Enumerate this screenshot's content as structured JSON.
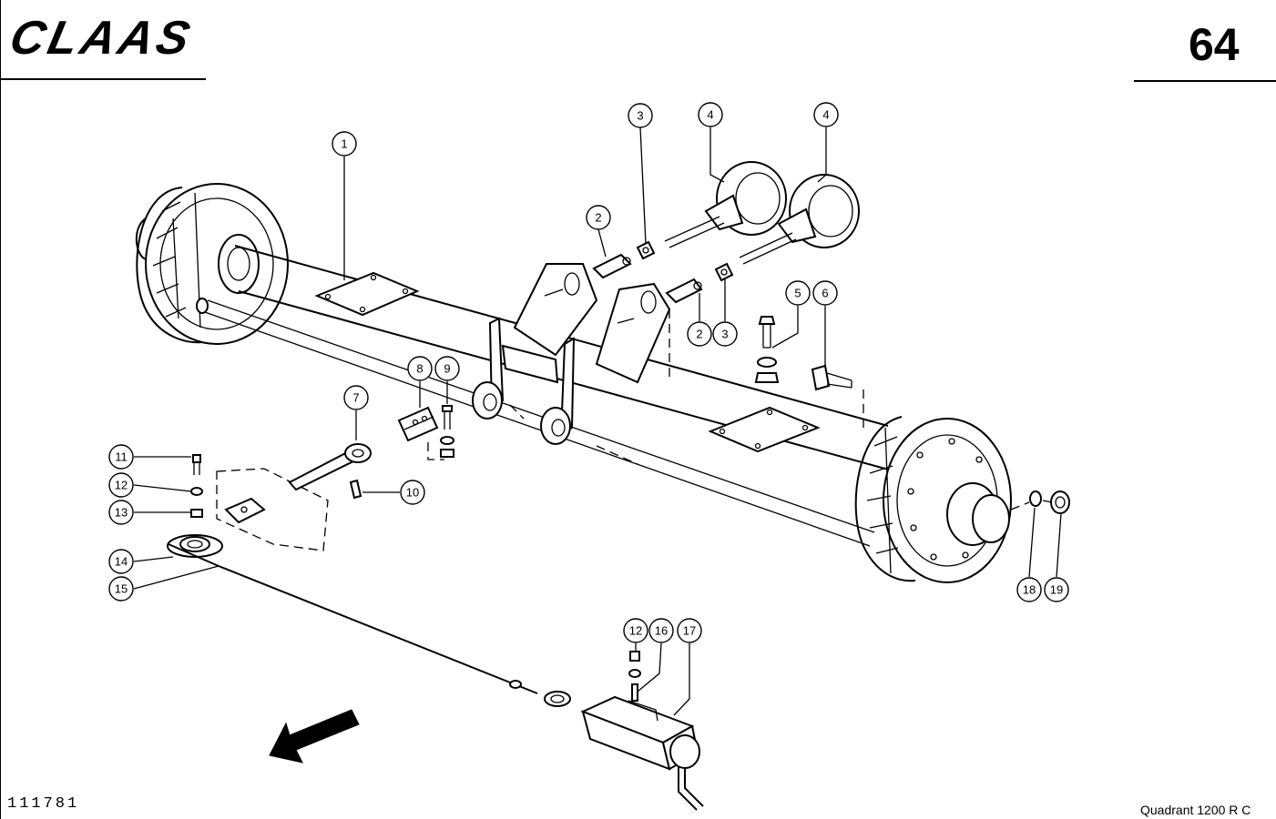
{
  "header": {
    "logo": "CLAAS",
    "page_number": "64"
  },
  "footer": {
    "drawing_number": "111781",
    "model": "Quadrant  1200 R C"
  },
  "callouts": [
    {
      "id": "c1",
      "label": "1"
    },
    {
      "id": "c2a",
      "label": "2"
    },
    {
      "id": "c2b",
      "label": "2"
    },
    {
      "id": "c3a",
      "label": "3"
    },
    {
      "id": "c3b",
      "label": "3"
    },
    {
      "id": "c4a",
      "label": "4"
    },
    {
      "id": "c4b",
      "label": "4"
    },
    {
      "id": "c5",
      "label": "5"
    },
    {
      "id": "c6",
      "label": "6"
    },
    {
      "id": "c7",
      "label": "7"
    },
    {
      "id": "c8",
      "label": "8"
    },
    {
      "id": "c9",
      "label": "9"
    },
    {
      "id": "c10",
      "label": "10"
    },
    {
      "id": "c11",
      "label": "11"
    },
    {
      "id": "c12a",
      "label": "12"
    },
    {
      "id": "c12b",
      "label": "12"
    },
    {
      "id": "c13",
      "label": "13"
    },
    {
      "id": "c14",
      "label": "14"
    },
    {
      "id": "c15",
      "label": "15"
    },
    {
      "id": "c16",
      "label": "16"
    },
    {
      "id": "c17",
      "label": "17"
    },
    {
      "id": "c18",
      "label": "18"
    },
    {
      "id": "c19",
      "label": "19"
    }
  ]
}
